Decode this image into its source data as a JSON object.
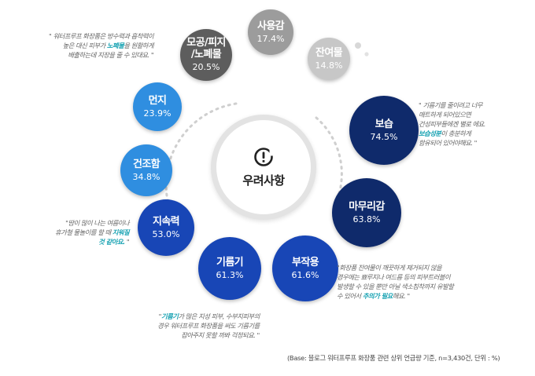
{
  "chart_data": {
    "type": "bubble",
    "center_label": "우려사항",
    "categories": [
      "보습",
      "마무리감",
      "부작용",
      "기름기",
      "지속력",
      "건조함",
      "먼지",
      "모공/피지/노폐물",
      "사용감",
      "잔여물"
    ],
    "items": [
      {
        "name": "보습",
        "value": 74.5,
        "display": "74.5%",
        "color": "#0f2a6b"
      },
      {
        "name": "마무리감",
        "value": 63.8,
        "display": "63.8%",
        "color": "#0f2a6b"
      },
      {
        "name": "부작용",
        "value": 61.6,
        "display": "61.6%",
        "color": "#1846b6"
      },
      {
        "name": "기름기",
        "value": 61.3,
        "display": "61.3%",
        "color": "#1846b6"
      },
      {
        "name": "지속력",
        "value": 53.0,
        "display": "53.0%",
        "color": "#1846b6"
      },
      {
        "name": "건조함",
        "value": 34.8,
        "display": "34.8%",
        "color": "#2f8ee0"
      },
      {
        "name": "먼지",
        "value": 23.9,
        "display": "23.9%",
        "color": "#2f8ee0"
      },
      {
        "name_lines": [
          "모공/피지",
          "/노폐물"
        ],
        "value": 20.5,
        "display": "20.5%",
        "color": "#5d5d5d"
      },
      {
        "name": "사용감",
        "value": 17.4,
        "display": "17.4%",
        "color": "#9c9c9c"
      },
      {
        "name": "잔여물",
        "value": 14.8,
        "display": "14.8%",
        "color": "#c7c7c7"
      }
    ],
    "notes": [
      {
        "parts": [
          {
            "t": "\" 워터프루프 화장품은 방수력과 흡착력이"
          },
          {
            "t": "\n높은 대신 피부가 "
          },
          {
            "t": "노폐물",
            "em": true
          },
          {
            "t": "을 원활하게"
          },
          {
            "t": "\n배출하는데 지장을 줄 수 있대요. \""
          }
        ]
      },
      {
        "parts": [
          {
            "t": "\" 기름기를 줄이려고 너무"
          },
          {
            "t": "\n매트하게 되어있으면"
          },
          {
            "t": "\n건성피부들에겐 별로 에요."
          },
          {
            "t": "\n"
          },
          {
            "t": "보습성분",
            "em": true
          },
          {
            "t": "이 충분하게"
          },
          {
            "t": "\n함유되어 있어야해요. \""
          }
        ]
      },
      {
        "parts": [
          {
            "t": "\"땀이 많이 나는 여름이나"
          },
          {
            "t": "\n휴가철 물놀이를 할 때 "
          },
          {
            "t": "지워질",
            "em": true
          },
          {
            "t": "\n"
          },
          {
            "t": "것 같아요.",
            "em": true
          },
          {
            "t": " \""
          }
        ]
      },
      {
        "parts": [
          {
            "t": "\"화장품 잔여물이 깨끗하게 제거되지 않을"
          },
          {
            "t": "\n경우에는 뾰루지나 여드름 등의 피부트러블이"
          },
          {
            "t": "\n발생할 수 있을 뿐만 아닐 색소침착까지 유발할"
          },
          {
            "t": "\n수 있어서 "
          },
          {
            "t": "추의가 필요",
            "em": true
          },
          {
            "t": "해요. \""
          }
        ]
      },
      {
        "parts": [
          {
            "t": "\""
          },
          {
            "t": "기름기",
            "em": true
          },
          {
            "t": "가 많은 지성 피부, 수부지피부의"
          },
          {
            "t": "\n경우 워터프루프 화장품을 써도 기름기를"
          },
          {
            "t": "\n잡아주지 못할 까봐 걱정되요. \""
          }
        ]
      }
    ]
  },
  "footnote": "(Base: 블로그 워터프루프 화장품 관련 상위 언급량 기준, n=3,430건, 단위 : %)"
}
